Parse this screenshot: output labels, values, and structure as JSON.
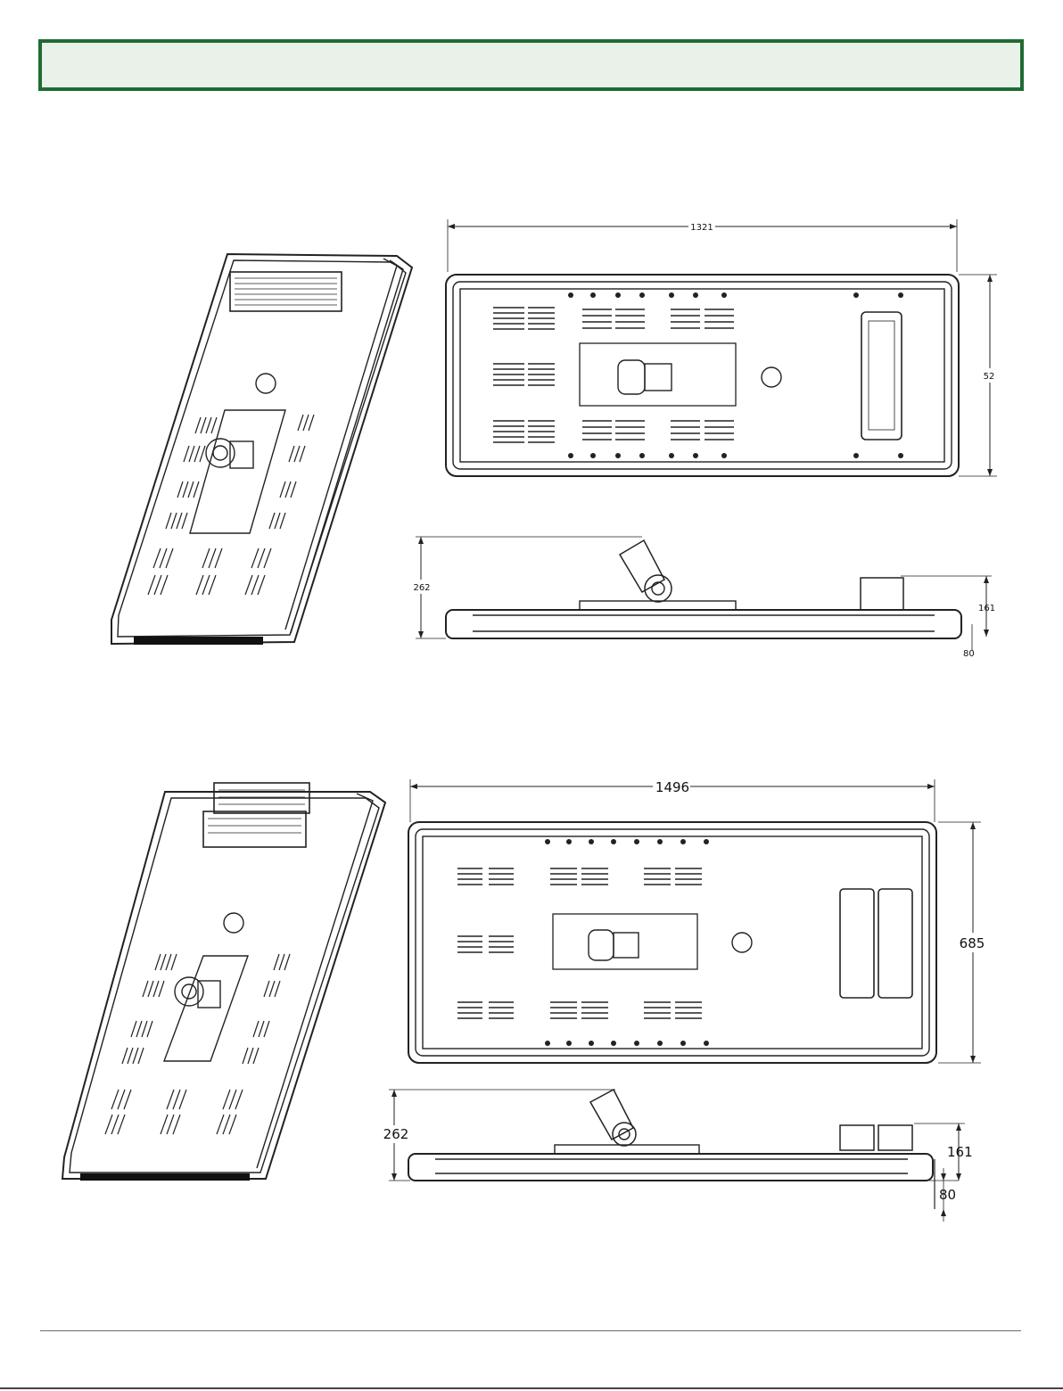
{
  "drawings": {
    "upper": {
      "width_label": "1321",
      "depth_label": "52",
      "height_label": "262",
      "module_height_label": "161",
      "base_label": "80"
    },
    "lower": {
      "width_label": "1496",
      "depth_label": "685",
      "height_label": "262",
      "module_height_label": "161",
      "base_label": "80"
    }
  }
}
